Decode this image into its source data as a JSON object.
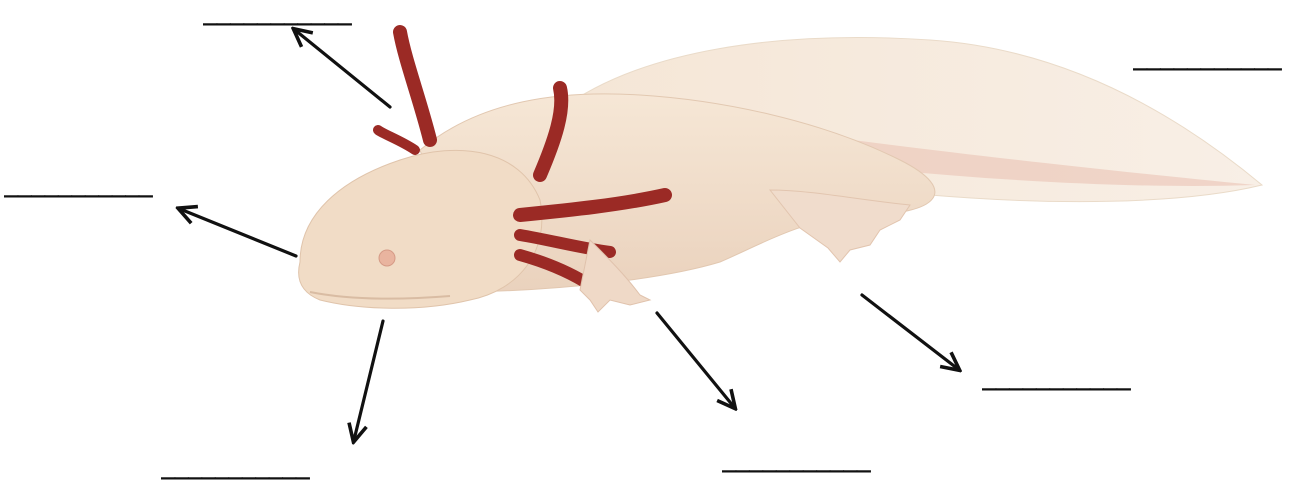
{
  "diagram": {
    "subject": "axolotl",
    "labels": [
      {
        "id": "gills",
        "text": "___________"
      },
      {
        "id": "head",
        "text": "___________"
      },
      {
        "id": "mouth",
        "text": "___________"
      },
      {
        "id": "front-leg",
        "text": "___________"
      },
      {
        "id": "back-leg",
        "text": "___________"
      },
      {
        "id": "tail",
        "text": "___________"
      }
    ],
    "colors": {
      "body": "#f3e2cf",
      "tail_fin": "#f6ece0",
      "gills": "#9b2a25",
      "eye": "#e9b49f",
      "arrow": "#111111"
    }
  }
}
